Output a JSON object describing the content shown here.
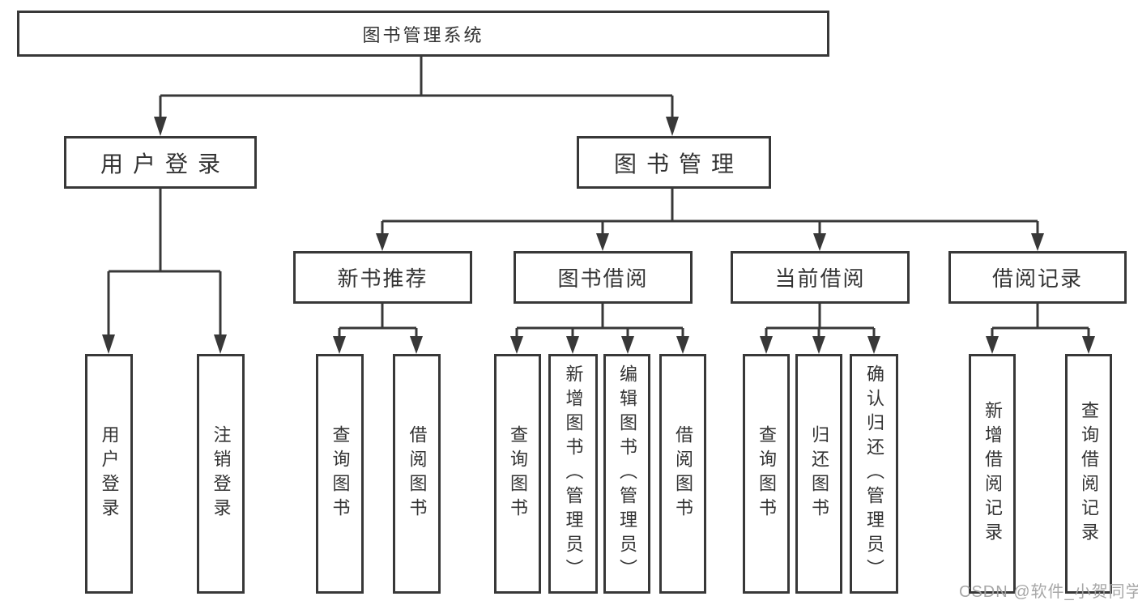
{
  "colors": {
    "line": "#383838",
    "box_border": "#383838",
    "box_background": "#ffffff",
    "text": "#333333",
    "watermark": "#a2a2a2",
    "background": "#ffffff"
  },
  "diagram": {
    "root": "图书管理系统",
    "user_login": {
      "label": "用户登录",
      "children": [
        "用户登录",
        "注销登录"
      ]
    },
    "book_management": {
      "label": "图书管理",
      "sections": [
        {
          "label": "新书推荐",
          "children": [
            "查询图书",
            "借阅图书"
          ]
        },
        {
          "label": "图书借阅",
          "children": [
            "查询图书",
            "新增图书（管理员）",
            "编辑图书（管理员）",
            "借阅图书"
          ]
        },
        {
          "label": "当前借阅",
          "children": [
            "查询图书",
            "归还图书",
            "确认归还（管理员）"
          ]
        },
        {
          "label": "借阅记录",
          "children": [
            "新增借阅记录",
            "查询借阅记录"
          ]
        }
      ]
    }
  },
  "watermark": "CSDN @软件_小贺同学"
}
